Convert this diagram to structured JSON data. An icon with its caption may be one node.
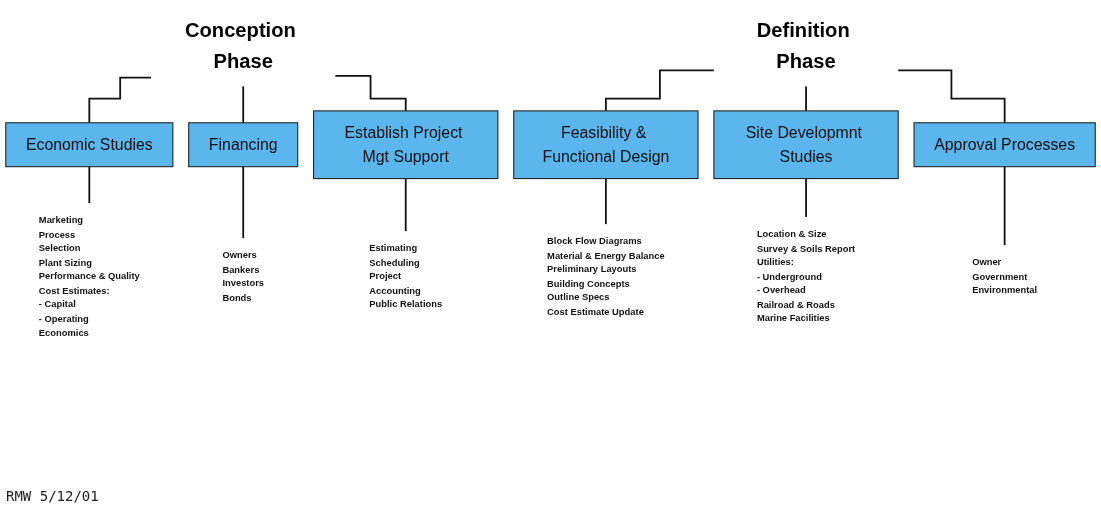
{
  "diagram": {
    "nodes": [
      {
        "text": [
          "Conception Phase"
        ]
      },
      {
        "text": [
          "Definition Phase"
        ]
      },
      {
        "text": [
          "Economic Studies"
        ]
      },
      {
        "text": [
          "Financing"
        ]
      },
      {
        "text": [
          "Establish Project Mgt Support"
        ]
      },
      {
        "text": [
          "Feasibility & Functional Design"
        ]
      },
      {
        "text": [
          "Site Developmnt Studies"
        ]
      },
      {
        "text": [
          "Approval Processes"
        ]
      },
      {
        "text": [
          "Marketing",
          "Process",
          "Selection",
          "Plant Sizing",
          "Performance & Quality",
          "Cost Estimates:",
          "- Capital",
          "- Operating",
          "Economics"
        ]
      },
      {
        "text": [
          "Owners",
          "Bankers",
          "Investors",
          "Bonds"
        ]
      },
      {
        "text": [
          "Estimating",
          "Scheduling",
          "Project",
          "Accounting",
          "Public Relations"
        ]
      },
      {
        "text": [
          "Block Flow Diagrams",
          "Material & Energy Balance",
          "Preliminary Layouts",
          "Building Concepts",
          "Outline Specs",
          "Cost Estimate Update"
        ]
      },
      {
        "text": [
          "Location & Size",
          "Survey & Soils Report",
          "Utilities:",
          "- Underground",
          "- Overhead",
          "Railroad & Roads",
          "Marine Facilities"
        ]
      },
      {
        "text": [
          "Owner",
          "Government",
          "Environmental"
        ]
      }
    ],
    "edges": [
      {
        "from": 0,
        "to": 2,
        "arrow": "none"
      },
      {
        "from": 0,
        "to": 3,
        "arrow": "none"
      },
      {
        "from": 0,
        "to": 4,
        "arrow": "none"
      },
      {
        "from": 1,
        "to": 5,
        "arrow": "none"
      },
      {
        "from": 1,
        "to": 6,
        "arrow": "none"
      },
      {
        "from": 1,
        "to": 7,
        "arrow": "none"
      },
      {
        "from": 2,
        "to": 8,
        "arrow": "none"
      },
      {
        "from": 3,
        "to": 9,
        "arrow": "none"
      },
      {
        "from": 4,
        "to": 10,
        "arrow": "none"
      },
      {
        "from": 5,
        "to": 11,
        "arrow": "none"
      },
      {
        "from": 6,
        "to": 12,
        "arrow": "none"
      },
      {
        "from": 7,
        "to": 13,
        "arrow": "none"
      }
    ],
    "labels": [
      "RMW 5/12/01"
    ]
  }
}
